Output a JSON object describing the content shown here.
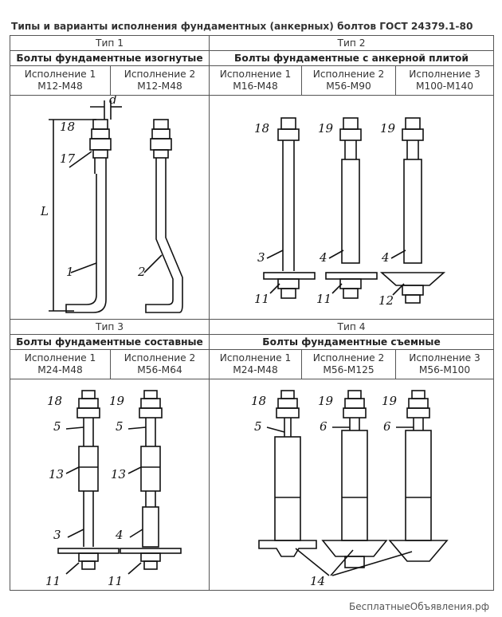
{
  "title": "Типы и варианты исполнения фундаментных (анкерных) болтов ГОСТ 24379.1-80",
  "groups": [
    {
      "tip": "Тип 1",
      "kind": "Болты фундаментные изогнутые",
      "variants": [
        {
          "name": "Исполнение 1",
          "range": "М12-М48"
        },
        {
          "name": "Исполнение 2",
          "range": "М12-М48"
        }
      ],
      "labels": [
        "d",
        "18",
        "17",
        "L",
        "1",
        "2"
      ]
    },
    {
      "tip": "Тип 2",
      "kind": "Болты фундаментные с анкерной плитой",
      "variants": [
        {
          "name": "Исполнение 1",
          "range": "М16-М48"
        },
        {
          "name": "Исполнение 2",
          "range": "М56-М90"
        },
        {
          "name": "Исполнение 3",
          "range": "М100-М140"
        }
      ],
      "labels": [
        "18",
        "19",
        "19",
        "3",
        "4",
        "4",
        "11",
        "11",
        "12"
      ]
    },
    {
      "tip": "Тип 3",
      "kind": "Болты фундаментные составные",
      "variants": [
        {
          "name": "Исполнение 1",
          "range": "М24-М48"
        },
        {
          "name": "Исполнение 2",
          "range": "М56-М64"
        }
      ],
      "labels": [
        "18",
        "19",
        "5",
        "5",
        "13",
        "13",
        "3",
        "4",
        "11",
        "11"
      ]
    },
    {
      "tip": "Тип 4",
      "kind": "Болты фундаментные съемные",
      "variants": [
        {
          "name": "Исполнение 1",
          "range": "М24-М48"
        },
        {
          "name": "Исполнение 2",
          "range": "М56-М125"
        },
        {
          "name": "Исполнение 3",
          "range": "М56-М100"
        }
      ],
      "labels": [
        "18",
        "19",
        "19",
        "5",
        "6",
        "6",
        "14"
      ]
    }
  ],
  "watermark": "БесплатныеОбъявления.рф"
}
